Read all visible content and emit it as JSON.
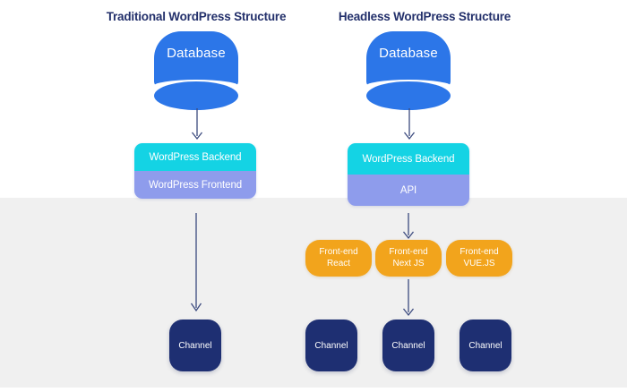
{
  "diagram": {
    "title_left": "Traditional WordPress Structure",
    "title_right": "Headless WordPress Structure",
    "colors": {
      "background": "#ffffff",
      "band": "#f0f0f0",
      "title_text": "#23306b",
      "database": "#2c76e8",
      "backend": "#14d3e4",
      "frontend_api": "#8e9cec",
      "frontend_pill": "#f2a41c",
      "channel": "#1e2f72",
      "connector": "#3b4a7e"
    }
  },
  "traditional": {
    "database_label": "Database",
    "backend_label": "WordPress Backend",
    "frontend_label": "WordPress Frontend",
    "channel_label": "Channel"
  },
  "headless": {
    "database_label": "Database",
    "backend_label": "WordPress Backend",
    "api_label": "API",
    "frontends": [
      {
        "line1": "Front-end",
        "line2": "React"
      },
      {
        "line1": "Front-end",
        "line2": "Next JS"
      },
      {
        "line1": "Front-end",
        "line2": "VUE.JS"
      }
    ],
    "channels": [
      {
        "label": "Channel"
      },
      {
        "label": "Channel"
      },
      {
        "label": "Channel"
      }
    ]
  }
}
